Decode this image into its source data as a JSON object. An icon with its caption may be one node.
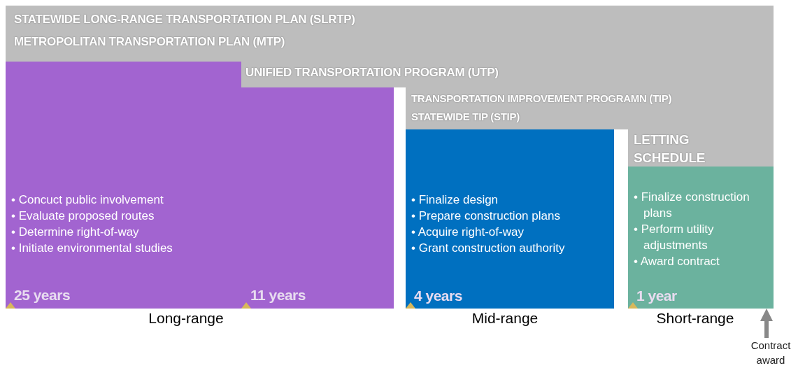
{
  "diagram": {
    "nodes": [
      {
        "text": [
          "STATEWIDE LONG-RANGE TRANSPORTATION PLAN (SLRTP)",
          "METROPOLITAN TRANSPORTATION PLAN (MTP)"
        ]
      },
      {
        "text": [
          "UNIFIED TRANSPORTATION PROGRAM (UTP)"
        ]
      },
      {
        "text": [
          "TRANSPORTATION IMPROVEMENT PROGRAMN (TIP)",
          "STATEWIDE TIP (STIP)"
        ]
      },
      {
        "text": [
          "LETTING SCHEDULE"
        ]
      },
      {
        "text": [
          "• Concuct public involvement",
          "• Evaluate proposed routes",
          "• Determine right-of-way",
          "• Initiate environmental studies",
          "25 years",
          "11 years"
        ]
      },
      {
        "text": [
          "• Finalize design",
          "• Prepare construction plans",
          "• Acquire right-of-way",
          "• Grant construction authority",
          "4 years"
        ]
      },
      {
        "text": [
          "• Finalize construction plans",
          "• Perform utility adjustments",
          "• Award contract",
          "1 year"
        ]
      },
      {
        "text": [
          "Contract award"
        ]
      }
    ],
    "edges": [
      {
        "from": 7,
        "to": 6,
        "arrow": "to"
      }
    ],
    "labels": [
      "Long-range",
      "Mid-range",
      "Short-range"
    ]
  }
}
